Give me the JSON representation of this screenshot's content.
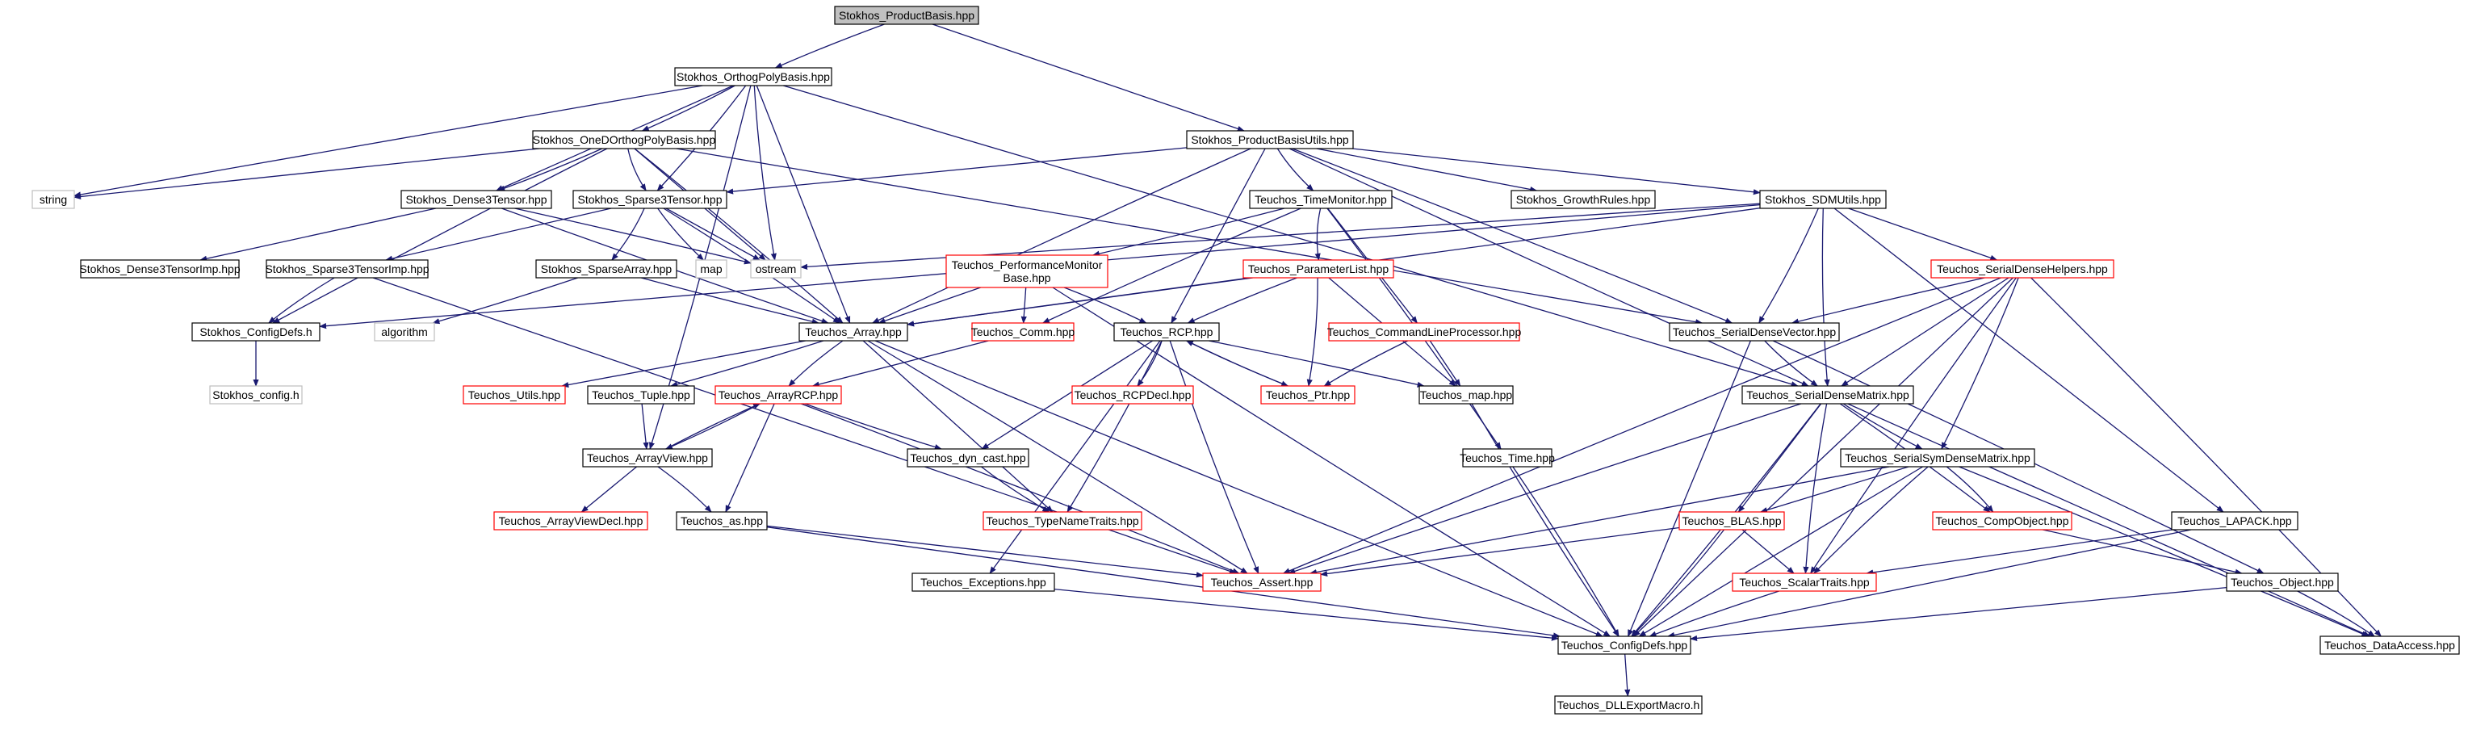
{
  "diagram": {
    "nodes": [
      {
        "id": "root",
        "label": "Stokhos_ProductBasis.hpp",
        "style": "root"
      },
      {
        "id": "orthog",
        "label": "Stokhos_OrthogPolyBasis.hpp",
        "style": "normal"
      },
      {
        "id": "pbu",
        "label": "Stokhos_ProductBasisUtils.hpp",
        "style": "normal"
      },
      {
        "id": "oned",
        "label": "Stokhos_OneDOrthogPolyBasis.hpp",
        "style": "normal"
      },
      {
        "id": "string",
        "label": "string",
        "style": "gray"
      },
      {
        "id": "d3t",
        "label": "Stokhos_Dense3Tensor.hpp",
        "style": "normal"
      },
      {
        "id": "s3t",
        "label": "Stokhos_Sparse3Tensor.hpp",
        "style": "normal"
      },
      {
        "id": "tm",
        "label": "Teuchos_TimeMonitor.hpp",
        "style": "normal"
      },
      {
        "id": "gr",
        "label": "Stokhos_GrowthRules.hpp",
        "style": "normal"
      },
      {
        "id": "sdm",
        "label": "Stokhos_SDMUtils.hpp",
        "style": "normal"
      },
      {
        "id": "d3ti",
        "label": "Stokhos_Dense3TensorImp.hpp",
        "style": "normal"
      },
      {
        "id": "s3ti",
        "label": "Stokhos_Sparse3TensorImp.hpp",
        "style": "normal"
      },
      {
        "id": "sa",
        "label": "Stokhos_SparseArray.hpp",
        "style": "normal"
      },
      {
        "id": "map",
        "label": "map",
        "style": "gray"
      },
      {
        "id": "ostream",
        "label": "ostream",
        "style": "gray"
      },
      {
        "id": "pm",
        "label": "Teuchos_PerformanceMonitor\nBase.hpp",
        "style": "red"
      },
      {
        "id": "pl",
        "label": "Teuchos_ParameterList.hpp",
        "style": "red"
      },
      {
        "id": "sdh",
        "label": "Teuchos_SerialDenseHelpers.hpp",
        "style": "red"
      },
      {
        "id": "cd",
        "label": "Stokhos_ConfigDefs.h",
        "style": "normal"
      },
      {
        "id": "alg",
        "label": "algorithm",
        "style": "gray"
      },
      {
        "id": "arr",
        "label": "Teuchos_Array.hpp",
        "style": "normal"
      },
      {
        "id": "comm",
        "label": "Teuchos_Comm.hpp",
        "style": "red"
      },
      {
        "id": "rcp",
        "label": "Teuchos_RCP.hpp",
        "style": "normal"
      },
      {
        "id": "clp",
        "label": "Teuchos_CommandLineProcessor.hpp",
        "style": "red"
      },
      {
        "id": "sdv",
        "label": "Teuchos_SerialDenseVector.hpp",
        "style": "normal"
      },
      {
        "id": "sconf",
        "label": "Stokhos_config.h",
        "style": "gray"
      },
      {
        "id": "utils",
        "label": "Teuchos_Utils.hpp",
        "style": "red"
      },
      {
        "id": "tuple",
        "label": "Teuchos_Tuple.hpp",
        "style": "normal"
      },
      {
        "id": "arcp",
        "label": "Teuchos_ArrayRCP.hpp",
        "style": "red"
      },
      {
        "id": "rcpdecl",
        "label": "Teuchos_RCPDecl.hpp",
        "style": "red"
      },
      {
        "id": "ptr",
        "label": "Teuchos_Ptr.hpp",
        "style": "red"
      },
      {
        "id": "tmap",
        "label": "Teuchos_map.hpp",
        "style": "normal"
      },
      {
        "id": "sdmat",
        "label": "Teuchos_SerialDenseMatrix.hpp",
        "style": "normal"
      },
      {
        "id": "av",
        "label": "Teuchos_ArrayView.hpp",
        "style": "normal"
      },
      {
        "id": "dyn",
        "label": "Teuchos_dyn_cast.hpp",
        "style": "normal"
      },
      {
        "id": "time",
        "label": "Teuchos_Time.hpp",
        "style": "normal"
      },
      {
        "id": "ssdm",
        "label": "Teuchos_SerialSymDenseMatrix.hpp",
        "style": "normal"
      },
      {
        "id": "avd",
        "label": "Teuchos_ArrayViewDecl.hpp",
        "style": "red"
      },
      {
        "id": "as",
        "label": "Teuchos_as.hpp",
        "style": "normal"
      },
      {
        "id": "tnt",
        "label": "Teuchos_TypeNameTraits.hpp",
        "style": "red"
      },
      {
        "id": "blas",
        "label": "Teuchos_BLAS.hpp",
        "style": "red"
      },
      {
        "id": "co",
        "label": "Teuchos_CompObject.hpp",
        "style": "red"
      },
      {
        "id": "lapack",
        "label": "Teuchos_LAPACK.hpp",
        "style": "normal"
      },
      {
        "id": "assert",
        "label": "Teuchos_Assert.hpp",
        "style": "red"
      },
      {
        "id": "exc",
        "label": "Teuchos_Exceptions.hpp",
        "style": "normal"
      },
      {
        "id": "st",
        "label": "Teuchos_ScalarTraits.hpp",
        "style": "red"
      },
      {
        "id": "obj",
        "label": "Teuchos_Object.hpp",
        "style": "normal"
      },
      {
        "id": "tcd",
        "label": "Teuchos_ConfigDefs.hpp",
        "style": "normal"
      },
      {
        "id": "da",
        "label": "Teuchos_DataAccess.hpp",
        "style": "normal"
      },
      {
        "id": "dll",
        "label": "Teuchos_DLLExportMacro.h",
        "style": "normal"
      }
    ],
    "edges": [
      [
        "root",
        "orthog"
      ],
      [
        "root",
        "pbu"
      ],
      [
        "orthog",
        "oned"
      ],
      [
        "orthog",
        "string"
      ],
      [
        "orthog",
        "d3t"
      ],
      [
        "orthog",
        "s3t"
      ],
      [
        "orthog",
        "ostream"
      ],
      [
        "orthog",
        "arr"
      ],
      [
        "orthog",
        "av"
      ],
      [
        "orthog",
        "sdmat"
      ],
      [
        "oned",
        "string"
      ],
      [
        "oned",
        "d3t"
      ],
      [
        "oned",
        "s3t"
      ],
      [
        "oned",
        "ostream"
      ],
      [
        "oned",
        "arr"
      ],
      [
        "oned",
        "cd"
      ],
      [
        "oned",
        "sdv"
      ],
      [
        "pbu",
        "s3t"
      ],
      [
        "pbu",
        "tm"
      ],
      [
        "pbu",
        "gr"
      ],
      [
        "pbu",
        "sdm"
      ],
      [
        "pbu",
        "arr"
      ],
      [
        "pbu",
        "rcp"
      ],
      [
        "pbu",
        "sdv"
      ],
      [
        "pbu",
        "sdmat"
      ],
      [
        "d3t",
        "d3ti"
      ],
      [
        "d3t",
        "ostream"
      ],
      [
        "d3t",
        "arr"
      ],
      [
        "s3t",
        "s3ti"
      ],
      [
        "s3t",
        "sa"
      ],
      [
        "s3t",
        "map"
      ],
      [
        "s3t",
        "ostream"
      ],
      [
        "s3t",
        "arr"
      ],
      [
        "s3ti",
        "cd"
      ],
      [
        "s3ti",
        "assert"
      ],
      [
        "sa",
        "alg"
      ],
      [
        "sa",
        "arr"
      ],
      [
        "cd",
        "sconf"
      ],
      [
        "tm",
        "pm"
      ],
      [
        "tm",
        "pl"
      ],
      [
        "tm",
        "clp"
      ],
      [
        "tm",
        "time"
      ],
      [
        "tm",
        "comm"
      ],
      [
        "pm",
        "comm"
      ],
      [
        "pm",
        "rcp"
      ],
      [
        "pm",
        "tcd"
      ],
      [
        "pm",
        "arr"
      ],
      [
        "pl",
        "arr"
      ],
      [
        "pl",
        "rcp"
      ],
      [
        "pl",
        "tmap"
      ],
      [
        "pl",
        "ptr"
      ],
      [
        "clp",
        "ptr"
      ],
      [
        "clp",
        "tmap"
      ],
      [
        "sdm",
        "ostream"
      ],
      [
        "sdm",
        "cd"
      ],
      [
        "sdm",
        "sdh"
      ],
      [
        "sdm",
        "sdv"
      ],
      [
        "sdm",
        "sdmat"
      ],
      [
        "sdm",
        "lapack"
      ],
      [
        "sdm",
        "arr"
      ],
      [
        "sdh",
        "sdv"
      ],
      [
        "sdh",
        "sdmat"
      ],
      [
        "sdh",
        "ssdm"
      ],
      [
        "sdh",
        "st"
      ],
      [
        "sdh",
        "tcd"
      ],
      [
        "sdh",
        "da"
      ],
      [
        "sdh",
        "assert"
      ],
      [
        "arr",
        "utils"
      ],
      [
        "arr",
        "tuple"
      ],
      [
        "arr",
        "arcp"
      ],
      [
        "arr",
        "tnt"
      ],
      [
        "arr",
        "assert"
      ],
      [
        "arr",
        "tcd"
      ],
      [
        "comm",
        "arcp"
      ],
      [
        "rcp",
        "rcpdecl"
      ],
      [
        "rcp",
        "ptr"
      ],
      [
        "rcp",
        "dyn"
      ],
      [
        "rcp",
        "tnt"
      ],
      [
        "rcp",
        "assert"
      ],
      [
        "rcp",
        "exc"
      ],
      [
        "rcp",
        "tmap"
      ],
      [
        "ptr",
        "rcp"
      ],
      [
        "tuple",
        "av"
      ],
      [
        "arcp",
        "av"
      ],
      [
        "arcp",
        "dyn"
      ],
      [
        "arcp",
        "as"
      ],
      [
        "arcp",
        "assert"
      ],
      [
        "av",
        "arcp"
      ],
      [
        "av",
        "avd"
      ],
      [
        "av",
        "as"
      ],
      [
        "dyn",
        "tnt"
      ],
      [
        "as",
        "assert"
      ],
      [
        "as",
        "tcd"
      ],
      [
        "sdv",
        "sdmat"
      ],
      [
        "sdv",
        "tcd"
      ],
      [
        "sdv",
        "obj"
      ],
      [
        "sdmat",
        "ssdm"
      ],
      [
        "sdmat",
        "blas"
      ],
      [
        "sdmat",
        "co"
      ],
      [
        "sdmat",
        "st"
      ],
      [
        "sdmat",
        "da"
      ],
      [
        "sdmat",
        "tcd"
      ],
      [
        "sdmat",
        "assert"
      ],
      [
        "ssdm",
        "blas"
      ],
      [
        "ssdm",
        "co"
      ],
      [
        "ssdm",
        "st"
      ],
      [
        "ssdm",
        "tcd"
      ],
      [
        "ssdm",
        "da"
      ],
      [
        "ssdm",
        "assert"
      ],
      [
        "blas",
        "st"
      ],
      [
        "blas",
        "tcd"
      ],
      [
        "blas",
        "assert"
      ],
      [
        "co",
        "obj"
      ],
      [
        "lapack",
        "st"
      ],
      [
        "lapack",
        "tcd"
      ],
      [
        "obj",
        "tcd"
      ],
      [
        "obj",
        "da"
      ],
      [
        "st",
        "tcd"
      ],
      [
        "exc",
        "tcd"
      ],
      [
        "time",
        "tcd"
      ],
      [
        "tmap",
        "tcd"
      ],
      [
        "tcd",
        "dll"
      ]
    ]
  }
}
